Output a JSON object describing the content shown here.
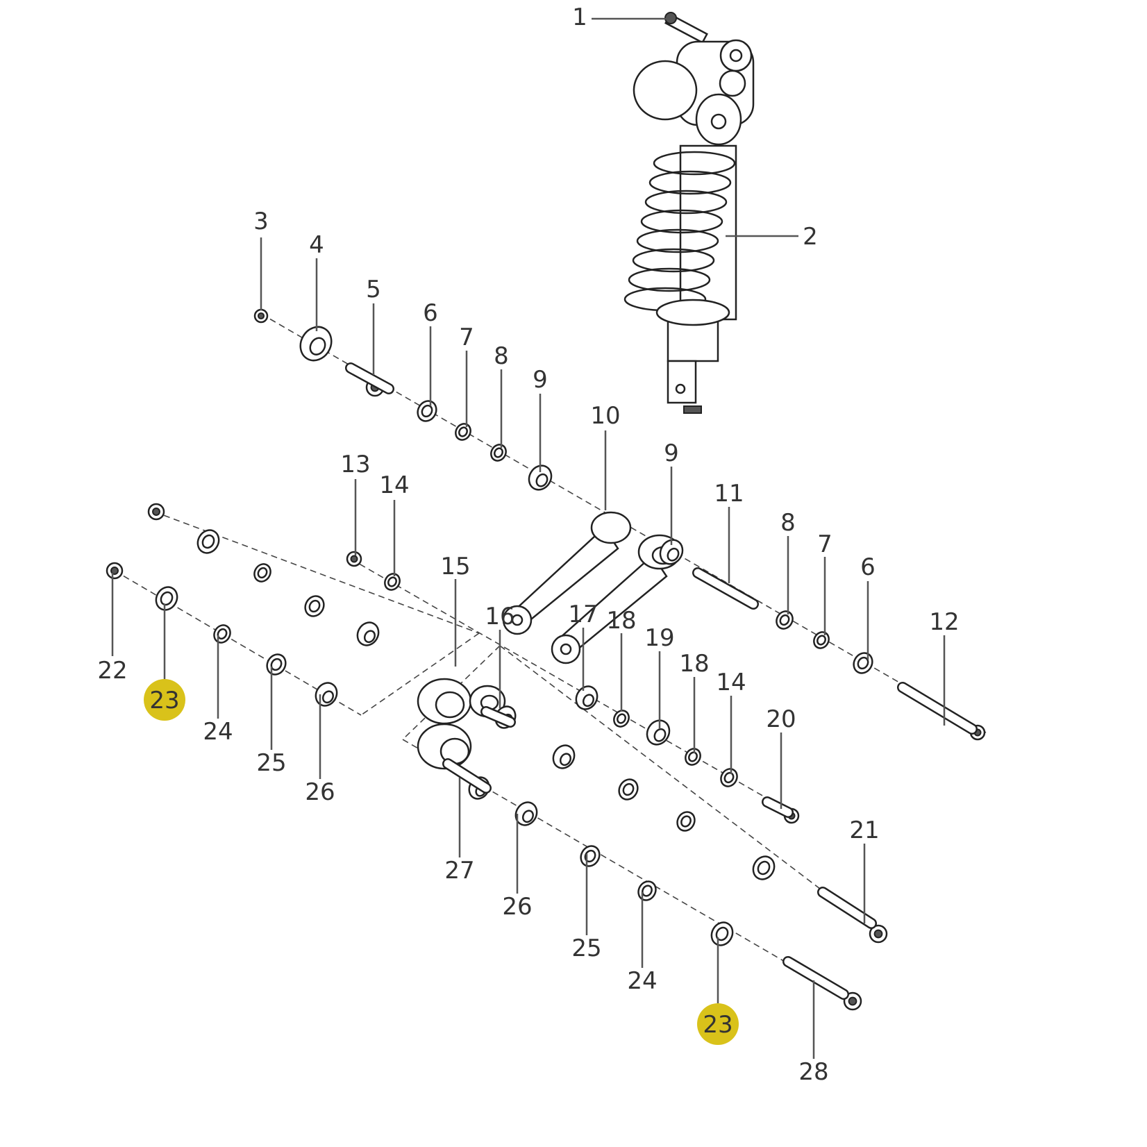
{
  "diagram": {
    "type": "exploded-parts-diagram",
    "highlight_color": "#d9c21a",
    "callouts": [
      {
        "id": "c1",
        "label": "1"
      },
      {
        "id": "c2",
        "label": "2"
      },
      {
        "id": "c3",
        "label": "3"
      },
      {
        "id": "c4",
        "label": "4"
      },
      {
        "id": "c5",
        "label": "5"
      },
      {
        "id": "c6a",
        "label": "6"
      },
      {
        "id": "c7a",
        "label": "7"
      },
      {
        "id": "c8a",
        "label": "8"
      },
      {
        "id": "c9a",
        "label": "9"
      },
      {
        "id": "c10",
        "label": "10"
      },
      {
        "id": "c9b",
        "label": "9"
      },
      {
        "id": "c11",
        "label": "11"
      },
      {
        "id": "c8b",
        "label": "8"
      },
      {
        "id": "c7b",
        "label": "7"
      },
      {
        "id": "c6b",
        "label": "6"
      },
      {
        "id": "c12",
        "label": "12"
      },
      {
        "id": "c13",
        "label": "13"
      },
      {
        "id": "c14a",
        "label": "14"
      },
      {
        "id": "c15",
        "label": "15"
      },
      {
        "id": "c16",
        "label": "16"
      },
      {
        "id": "c17",
        "label": "17"
      },
      {
        "id": "c18a",
        "label": "18"
      },
      {
        "id": "c19",
        "label": "19"
      },
      {
        "id": "c18b",
        "label": "18"
      },
      {
        "id": "c14b",
        "label": "14"
      },
      {
        "id": "c20",
        "label": "20"
      },
      {
        "id": "c21",
        "label": "21"
      },
      {
        "id": "c22",
        "label": "22"
      },
      {
        "id": "c23a",
        "label": "23",
        "highlighted": true
      },
      {
        "id": "c24a",
        "label": "24"
      },
      {
        "id": "c25a",
        "label": "25"
      },
      {
        "id": "c26a",
        "label": "26"
      },
      {
        "id": "c27",
        "label": "27"
      },
      {
        "id": "c26b",
        "label": "26"
      },
      {
        "id": "c25b",
        "label": "25"
      },
      {
        "id": "c24b",
        "label": "24"
      },
      {
        "id": "c23b",
        "label": "23",
        "highlighted": true
      },
      {
        "id": "c28",
        "label": "28"
      }
    ]
  }
}
